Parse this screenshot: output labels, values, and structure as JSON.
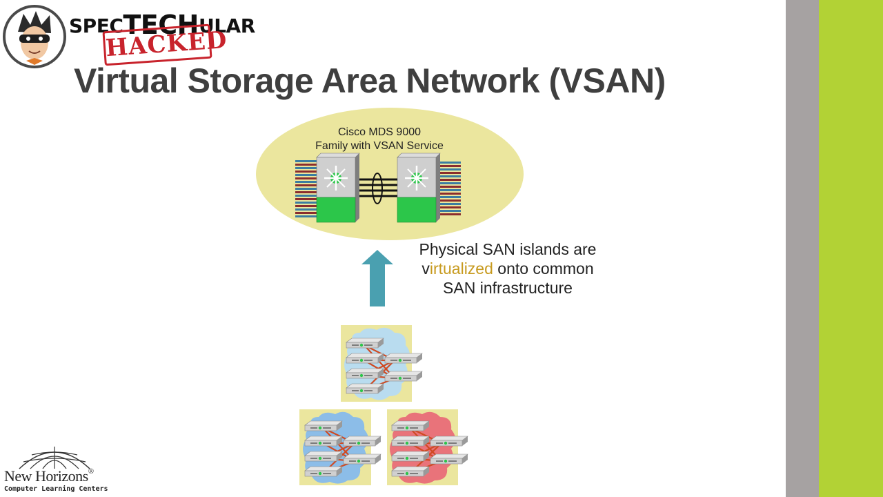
{
  "header": {
    "title": "Virtual Storage Area Network (VSAN)",
    "brand_prefix": "SPEC",
    "brand_tech": "TECH",
    "brand_suffix": "ULAR",
    "stamp": "HACKED"
  },
  "diagram": {
    "switch_label_line1": "Cisco MDS 9000",
    "switch_label_line2": "Family with VSAN Service",
    "caption_part1": "Physical SAN islands are v",
    "caption_highlight": "irtualized",
    "caption_part2": " onto common SAN infrastructure"
  },
  "footer": {
    "company": "New Horizons",
    "trademark": "®",
    "tagline": "Computer Learning Centers"
  },
  "colors": {
    "title": "#3f3f3f",
    "accent_green": "#b2d235",
    "side_gray": "#a6a2a2",
    "ellipse_fill": "#ebe69e",
    "arrow": "#4aa0b0",
    "cloud_blue": "#8cbde8",
    "cloud_light_blue": "#b9dcef",
    "cloud_red": "#e9737a",
    "highlight_text": "#c79a1e"
  }
}
